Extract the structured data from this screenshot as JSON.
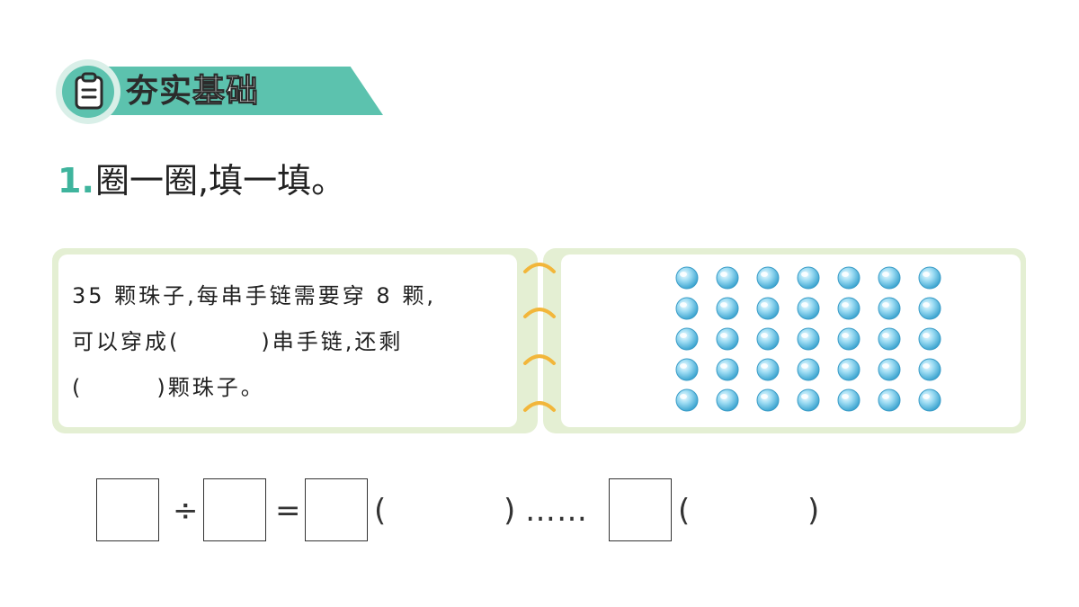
{
  "section": {
    "badge_word_1": "夯实",
    "badge_word_2": "基础"
  },
  "question": {
    "number": "1.",
    "instruction": "圈一圈,填一填。",
    "problem_line_1": "35 颗珠子,每串手链需要穿 8 颗,",
    "problem_line_2_a": "可以穿成(",
    "problem_line_2_b": ")串手链,还剩",
    "problem_line_3_a": "(",
    "problem_line_3_b": ")颗珠子。"
  },
  "beads": {
    "total": 35,
    "rows": 5,
    "columns": 7,
    "color": "#7fd0ec"
  },
  "equation": {
    "divide_symbol": "÷",
    "equals_symbol": "=",
    "open_paren_1": "(",
    "close_paren_1": ")",
    "remainder_symbol": "……",
    "open_paren_2": "(",
    "close_paren_2": ")"
  },
  "colors": {
    "accent": "#5cc2ae",
    "panel": "#e4efd3",
    "ring": "#f2b63a"
  }
}
